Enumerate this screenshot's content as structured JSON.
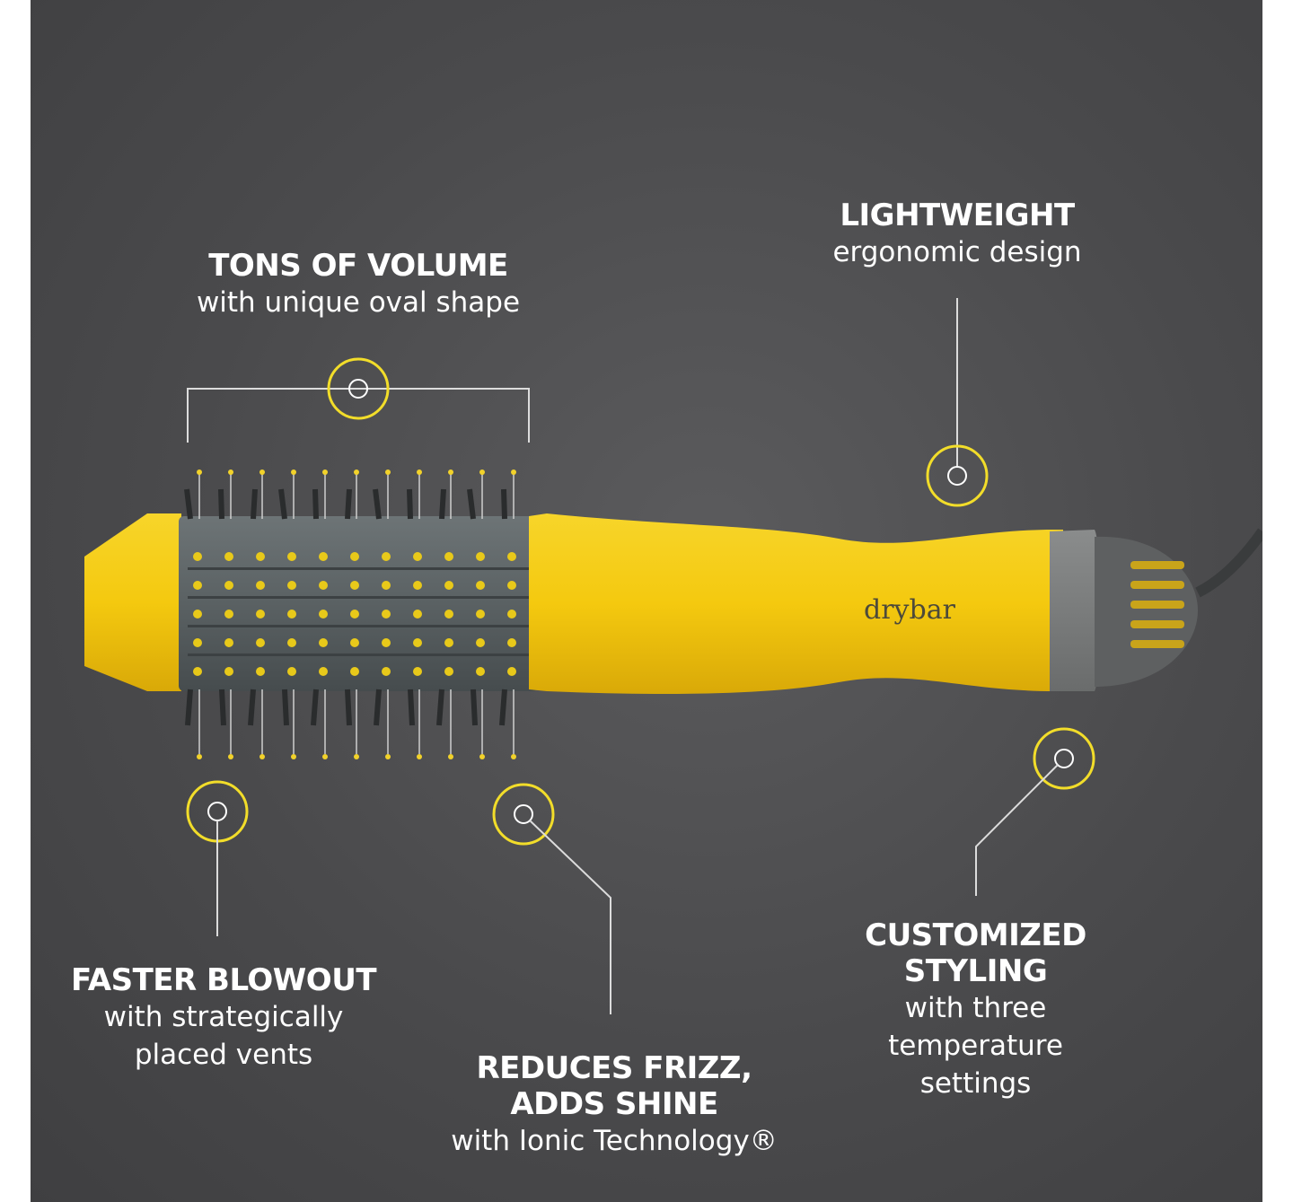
{
  "product": {
    "brand": "drybar",
    "colors": {
      "body": "#f4cc12",
      "accent": "#f2dd2a",
      "barrel": "#5b6264",
      "background": "#4b4b4d",
      "text": "#ffffff"
    }
  },
  "features": [
    {
      "title": "TONS OF VOLUME",
      "subtitle": "with unique oval shape"
    },
    {
      "title": "LIGHTWEIGHT",
      "subtitle": "ergonomic design"
    },
    {
      "title": "FASTER BLOWOUT",
      "subtitle": "with strategically\nplaced vents"
    },
    {
      "title": "REDUCES FRIZZ,\nADDS SHINE",
      "subtitle": "with Ionic Technology®"
    },
    {
      "title": "CUSTOMIZED\nSTYLING",
      "subtitle": "with three\ntemperature\nsettings"
    }
  ]
}
